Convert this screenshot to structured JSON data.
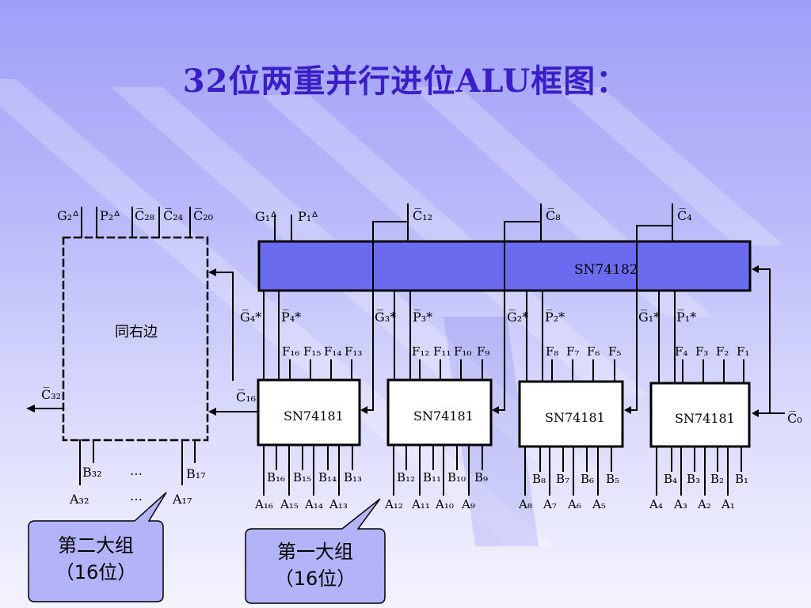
{
  "title": "32位两重并行进位ALU框图：",
  "colors": {
    "title": "#3a1ec8",
    "block_fill": "#6b6bf0",
    "line": "#000000",
    "callout_fill": "#b3b3fa"
  },
  "cla_block": {
    "label": "SN74182"
  },
  "alu_blocks": [
    {
      "label": "SN74181",
      "g_out": "G̅₁*",
      "p_out": "P̅₁*",
      "carry": "C̅₀",
      "f": [
        "F₄",
        "F₃",
        "F₂",
        "F₁"
      ],
      "b": [
        "B₄",
        "B₃",
        "B₂",
        "B₁"
      ],
      "a": [
        "A₄",
        "A₃",
        "A₂",
        "A₁"
      ]
    },
    {
      "label": "SN74181",
      "g_out": "G̅₂*",
      "p_out": "P̅₂*",
      "carry": "C̅₄",
      "f": [
        "F₈",
        "F₇",
        "F₆",
        "F₅"
      ],
      "b": [
        "B₈",
        "B₇",
        "B₆",
        "B₅"
      ],
      "a": [
        "A₈",
        "A₇",
        "A₆",
        "A₅"
      ]
    },
    {
      "label": "SN74181",
      "g_out": "G̅₃*",
      "p_out": "P̅₃*",
      "carry": "C̅₈",
      "f": [
        "F₁₂",
        "F₁₁",
        "F₁₀",
        "F₉"
      ],
      "b": [
        "B₁₂",
        "B₁₁",
        "B₁₀",
        "B₉"
      ],
      "a": [
        "A₁₂",
        "A₁₁",
        "A₁₀",
        "A₉"
      ]
    },
    {
      "label": "SN74181",
      "g_out": "G̅₄*",
      "p_out": "P̅₄*",
      "carry": "C̅₁₂",
      "f": [
        "F₁₆",
        "F₁₅",
        "F₁₄",
        "F₁₃"
      ],
      "b": [
        "B₁₆",
        "B₁₅",
        "B₁₄",
        "B₁₃"
      ],
      "a": [
        "A₁₆",
        "A₁₅",
        "A₁₄",
        "A₁₃"
      ]
    }
  ],
  "cla_outputs": {
    "g": "G₁ᐞ",
    "p": "P₁ᐞ"
  },
  "upper_group": {
    "label": "同右边",
    "top_signals": [
      "G₂ᐞ",
      "P₂ᐞ",
      "C̅₂₈",
      "C̅₂₄",
      "C̅₂₀"
    ],
    "carry_in": "C̅₁₆",
    "carry_out": "C̅₃₂",
    "bottom_b": [
      "B₃₂",
      "…",
      "B₁₇"
    ],
    "bottom_a": [
      "A₃₂",
      "…",
      "A₁₇"
    ]
  },
  "callouts": [
    {
      "line1": "第二大组",
      "line2": "（16位）"
    },
    {
      "line1": "第一大组",
      "line2": "（16位）"
    }
  ]
}
